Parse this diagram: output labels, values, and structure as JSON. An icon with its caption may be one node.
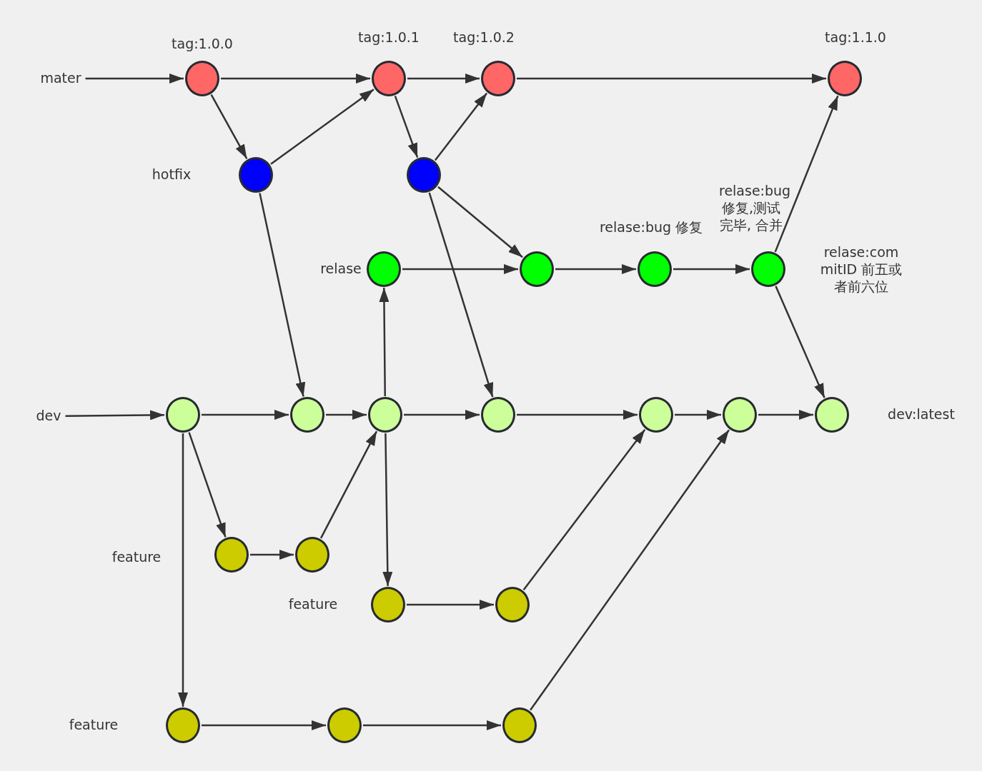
{
  "diagram": {
    "nodes": [
      {
        "text": [
          "mater"
        ]
      },
      {
        "text": [],
        "shape": "circle",
        "beside": [
          "tag:1.0.0"
        ]
      },
      {
        "text": [],
        "shape": "circle",
        "beside": [
          "tag:1.0.1"
        ]
      },
      {
        "text": [],
        "shape": "circle",
        "beside": [
          "tag:1.0.2"
        ]
      },
      {
        "text": [],
        "shape": "circle",
        "beside": [
          "tag:1.1.0"
        ]
      },
      {
        "text": [],
        "shape": "circle"
      },
      {
        "text": [],
        "shape": "circle"
      },
      {
        "text": [],
        "shape": "circle"
      },
      {
        "text": [],
        "shape": "circle"
      },
      {
        "text": [],
        "shape": "circle",
        "beside": [
          "relase:bug 修复"
        ]
      },
      {
        "text": [],
        "shape": "circle",
        "beside": [
          "relase:bug 修复,测试完毕, 合并"
        ]
      },
      {
        "text": [
          "dev"
        ]
      },
      {
        "text": [],
        "shape": "circle"
      },
      {
        "text": [],
        "shape": "circle"
      },
      {
        "text": [],
        "shape": "circle"
      },
      {
        "text": [],
        "shape": "circle"
      },
      {
        "text": [],
        "shape": "circle"
      },
      {
        "text": [],
        "shape": "circle"
      },
      {
        "text": [],
        "shape": "circle",
        "beside": [
          "dev:latest"
        ]
      },
      {
        "text": [],
        "shape": "circle"
      },
      {
        "text": [],
        "shape": "circle"
      },
      {
        "text": [],
        "shape": "circle"
      },
      {
        "text": [],
        "shape": "circle"
      },
      {
        "text": [],
        "shape": "circle"
      },
      {
        "text": [],
        "shape": "circle"
      },
      {
        "text": [],
        "shape": "circle"
      }
    ],
    "edges": [
      {
        "from": 0,
        "to": 1,
        "arrow": "to"
      },
      {
        "from": 1,
        "to": 2,
        "arrow": "to"
      },
      {
        "from": 2,
        "to": 3,
        "arrow": "to"
      },
      {
        "from": 3,
        "to": 4,
        "arrow": "to"
      },
      {
        "from": 1,
        "to": 5,
        "arrow": "to"
      },
      {
        "from": 5,
        "to": 2,
        "arrow": "to"
      },
      {
        "from": 2,
        "to": 6,
        "arrow": "to"
      },
      {
        "from": 6,
        "to": 3,
        "arrow": "to"
      },
      {
        "from": 5,
        "to": 13,
        "arrow": "to"
      },
      {
        "from": 6,
        "to": 15,
        "arrow": "to"
      },
      {
        "from": 6,
        "to": 8,
        "arrow": "to"
      },
      {
        "from": 7,
        "to": 8,
        "arrow": "to"
      },
      {
        "from": 8,
        "to": 9,
        "arrow": "to"
      },
      {
        "from": 9,
        "to": 10,
        "arrow": "to"
      },
      {
        "from": 10,
        "to": 4,
        "arrow": "to"
      },
      {
        "from": 10,
        "to": 18,
        "arrow": "to"
      },
      {
        "from": 14,
        "to": 7,
        "arrow": "to"
      },
      {
        "from": 11,
        "to": 12,
        "arrow": "to"
      },
      {
        "from": 12,
        "to": 13,
        "arrow": "to"
      },
      {
        "from": 13,
        "to": 14,
        "arrow": "to"
      },
      {
        "from": 14,
        "to": 15,
        "arrow": "to"
      },
      {
        "from": 15,
        "to": 16,
        "arrow": "to"
      },
      {
        "from": 16,
        "to": 17,
        "arrow": "to"
      },
      {
        "from": 17,
        "to": 18,
        "arrow": "to"
      },
      {
        "from": 12,
        "to": 19,
        "arrow": "to"
      },
      {
        "from": 19,
        "to": 20,
        "arrow": "to"
      },
      {
        "from": 20,
        "to": 14,
        "arrow": "to"
      },
      {
        "from": 14,
        "to": 21,
        "arrow": "to"
      },
      {
        "from": 21,
        "to": 22,
        "arrow": "to"
      },
      {
        "from": 22,
        "to": 16,
        "arrow": "to"
      },
      {
        "from": 12,
        "to": 23,
        "arrow": "to"
      },
      {
        "from": 23,
        "to": 24,
        "arrow": "to"
      },
      {
        "from": 24,
        "to": 25,
        "arrow": "to"
      },
      {
        "from": 25,
        "to": 17,
        "arrow": "to"
      }
    ],
    "labels": [
      "hotfix",
      "relase",
      "feature",
      "feature",
      "feature",
      "relase:commitID 前五或者前六位"
    ]
  }
}
